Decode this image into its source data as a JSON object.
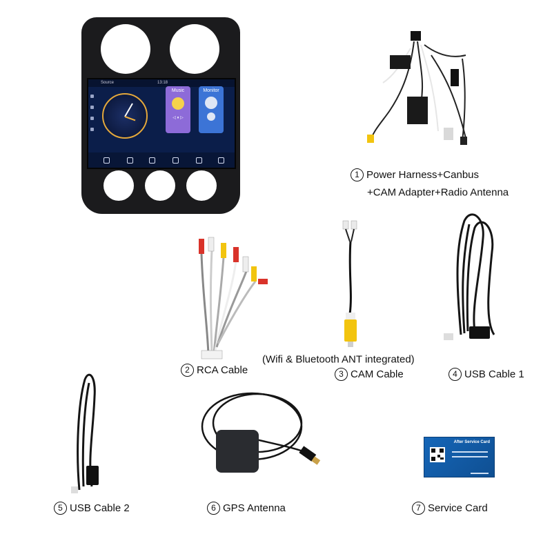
{
  "items": [
    {
      "number": "①",
      "label": "Power Harness+Canbus"
    },
    {
      "number": "",
      "label": "+CAM Adapter+Radio Antenna"
    },
    {
      "number": "②",
      "label": "RCA Cable"
    },
    {
      "number": "",
      "label": "(Wifi & Bluetooth ANT integrated)"
    },
    {
      "number": "③",
      "label": "CAM Cable"
    },
    {
      "number": "④",
      "label": "USB Cable 1"
    },
    {
      "number": "⑤",
      "label": "USB Cable 2"
    },
    {
      "number": "⑥",
      "label": "GPS Antenna"
    },
    {
      "number": "⑦",
      "label": "Service Card"
    }
  ],
  "device_screen": {
    "status_left": "Source",
    "time": "13:18",
    "card_music": "Music",
    "card_monitor": "Monitor"
  },
  "service_card": {
    "title": "After Service Card"
  },
  "colors": {
    "bezel": "#1b1b1d",
    "screen": "#0b1e4a",
    "card_music": "#8d6bd8",
    "card_monitor": "#3c74d6",
    "service_card": "#1566b8",
    "rca_yellow": "#f2c40f",
    "rca_red": "#d9332a",
    "rca_white": "#eeeeee"
  }
}
